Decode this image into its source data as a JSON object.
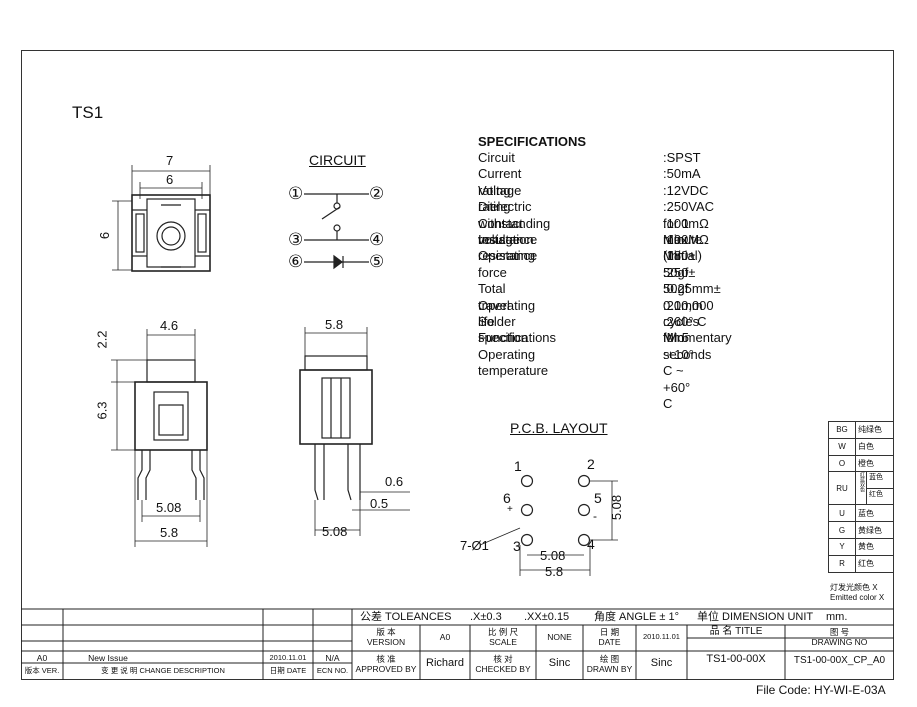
{
  "part_title": "TS1",
  "specifications": {
    "heading": "SPECIFICATIONS",
    "rows": [
      {
        "key": "Circuit",
        "value": ":SPST"
      },
      {
        "key": "Current rating",
        "value": ":50mA"
      },
      {
        "key": "Voltage rating",
        "value": ":12VDC"
      },
      {
        "key": "Dielectric withstanding voltage",
        "value": ":250VAC for 1 minute"
      },
      {
        "key": "Contact resistance",
        "value": ":100mΩ  Max. (Initial)"
      },
      {
        "key": "Insulation resistance",
        "value": ":100MΩ  Min."
      },
      {
        "key": "Operating force",
        "value": ":180± 50gf"
      },
      {
        "key": "",
        "value": ":250± 50gf"
      },
      {
        "key": "Total travel",
        "value": ":0.25mm± 0.1mm"
      },
      {
        "key": "Operating life",
        "value": ":200,000 cycles Min"
      },
      {
        "key": "Solder specifications",
        "value": ":260° C for 5 seconds"
      },
      {
        "key": "Function",
        "value": ":Momentary"
      },
      {
        "key": "Operating temperature",
        "value": ":+10° C ~ +60° C"
      }
    ]
  },
  "circuit": {
    "title": "CIRCUIT",
    "pins": [
      "①",
      "②",
      "③",
      "④",
      "⑥",
      "⑤"
    ]
  },
  "pcb_layout": {
    "title": "P.C.B. LAYOUT",
    "pins": [
      "1",
      "2",
      "6",
      "5",
      "3",
      "4"
    ],
    "plus": "+",
    "minus": "-",
    "dims": {
      "hole": "7-Ø1",
      "pitch": "5.08",
      "width": "5.8",
      "height": "5.08"
    }
  },
  "top_view_dims": {
    "outer": "7",
    "inner": "6",
    "height": "6"
  },
  "front_view_dims": {
    "width_top": "4.6",
    "h_cap": "2.2",
    "h_body": "6.3",
    "pin_pitch": "5.08",
    "width": "5.8"
  },
  "side_view_dims": {
    "width": "5.8",
    "t1": "0.6",
    "t2": "0.5",
    "pitch": "5.08"
  },
  "color_legend": {
    "rows": [
      {
        "code": "BG",
        "name": "纯绿色"
      },
      {
        "code": "W",
        "name": "白色"
      },
      {
        "code": "O",
        "name": "橙色"
      },
      {
        "code": "RU",
        "name": "红蓝双色",
        "sub": [
          "蓝色",
          "红色"
        ]
      },
      {
        "code": "U",
        "name": "蓝色"
      },
      {
        "code": "G",
        "name": "黄绿色"
      },
      {
        "code": "Y",
        "name": "黄色"
      },
      {
        "code": "R",
        "name": "红色"
      }
    ],
    "footer_cn": "灯发光颜色 X",
    "footer_en": "Emitted color X"
  },
  "title_block": {
    "tolerance_label": "公差 TOLEANCES",
    "tol_x": ".X±0.3",
    "tol_xx": ".XX±0.15",
    "angle": "角度 ANGLE ± 1°",
    "unit_label": "单位  DIMENSION UNIT",
    "unit": "mm.",
    "version_label_cn": "版 本",
    "version_label_en": "VERSION",
    "version": "A0",
    "scale_label_cn": "比 例 尺",
    "scale_label_en": "SCALE",
    "scale": "NONE",
    "date_label_cn": "日 期",
    "date_label_en": "DATE",
    "date": "2010.11.01",
    "name_label": "品  名    TITLE",
    "drawing_no_label_cn": "图   号",
    "drawing_no_label_en": "DRAWING NO",
    "approved_label_cn": "核 准",
    "approved_label_en": "APPROVED BY",
    "approved_by": "Richard",
    "checked_label_cn": "核 对",
    "checked_label_en": "CHECKED BY",
    "checked_by": "Sinc",
    "drawn_label_cn": "绘 图",
    "drawn_label_en": "DRAWN BY",
    "drawn_by": "Sinc",
    "title": "TS1-00-00X",
    "drawing_no": "TS1-00-00X_CP_A0",
    "rev_version": "A0",
    "rev_desc": "New Issue",
    "rev_date": "2010.11.01",
    "rev_ecn": "N/A",
    "hdr_ver": "版本 VER.",
    "hdr_desc": "变 更 说 明   CHANGE DESCRIPTION",
    "hdr_date": "日期 DATE",
    "hdr_ecn": "ECN NO."
  },
  "file_code": "File Code: HY-WI-E-03A"
}
